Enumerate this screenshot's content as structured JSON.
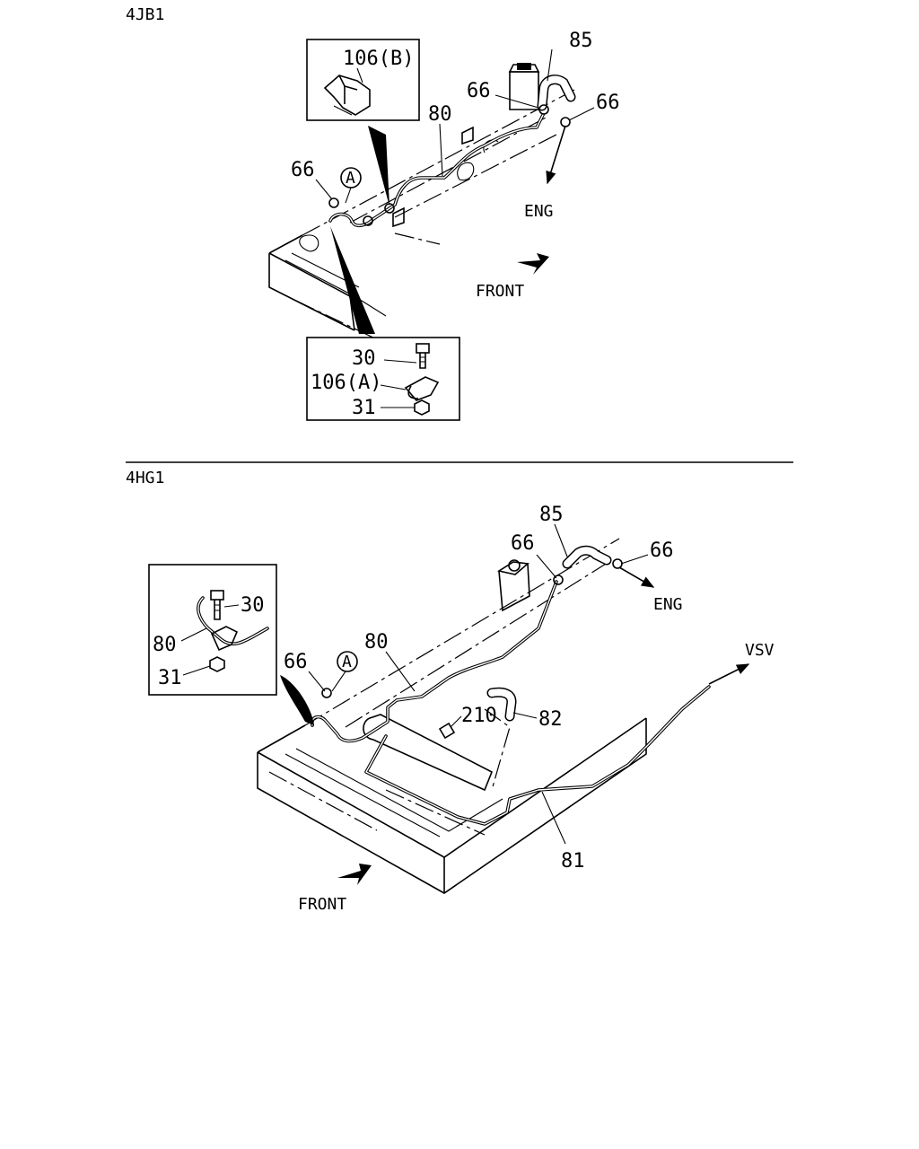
{
  "sections": [
    {
      "engine_code": "4JB1",
      "labels": {
        "hose": "85",
        "clip_left": "66",
        "clip_top": "66",
        "clip_right": "66",
        "pipe": "80",
        "clamp_b": "106(B)",
        "clamp_a": "106(A)",
        "bolt": "30",
        "nut": "31",
        "view_mark": "A",
        "eng": "ENG",
        "front": "FRONT"
      }
    },
    {
      "engine_code": "4HG1",
      "labels": {
        "hose_top": "85",
        "clip_top": "66",
        "clip_right": "66",
        "clip_left": "66",
        "pipe_top": "80",
        "view_mark": "A",
        "bolt_detail": "30",
        "pipe_detail": "80",
        "nut_detail": "31",
        "bolt_210": "210",
        "hose_82": "82",
        "pipe_81": "81",
        "eng": "ENG",
        "vsv": "VSV",
        "front": "FRONT"
      }
    }
  ]
}
